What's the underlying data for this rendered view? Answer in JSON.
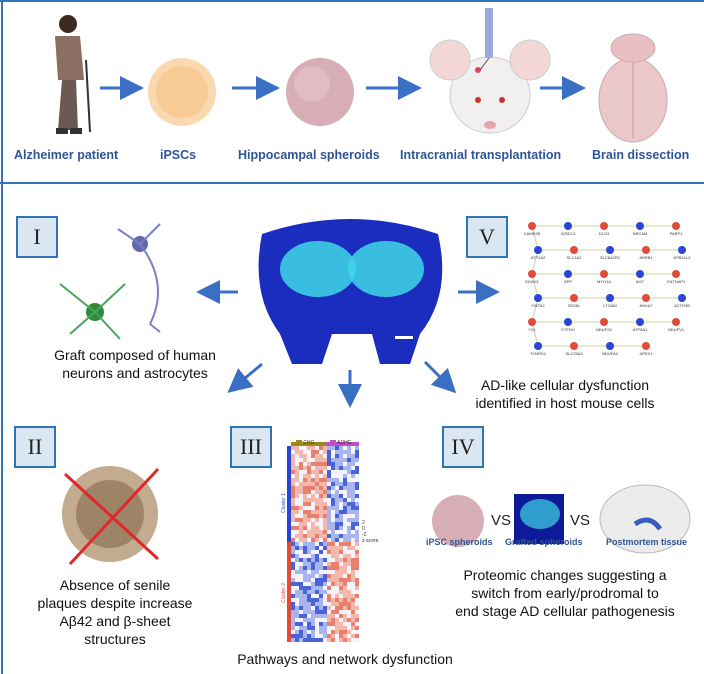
{
  "workflow": {
    "steps": [
      "Alzheimer patient",
      "iPSCs",
      "Hippocampal spheroids",
      "Intracranial transplantation",
      "Brain dissection"
    ]
  },
  "panels": {
    "I": {
      "numeral": "I",
      "caption": [
        "Graft composed of human",
        "neurons and astrocytes"
      ]
    },
    "II": {
      "numeral": "II",
      "caption": [
        "Absence of senile",
        "plaques despite increase",
        "Aβ42 and β-sheet",
        "structures"
      ]
    },
    "III": {
      "numeral": "III",
      "caption": "Pathways and network dysfunction",
      "heatmap": {
        "groups": [
          "CHG",
          "ADHG"
        ],
        "clusters": [
          "Cluster 1",
          "Cluster 2"
        ],
        "scale_label": "z-score",
        "scale_ticks": [
          "2",
          "0",
          "-2"
        ]
      }
    },
    "IV": {
      "numeral": "IV",
      "items": [
        "iPSC spheroids",
        "Grafted spheroids",
        "Postmortem tissue"
      ],
      "vs": "VS",
      "caption": [
        "Proteomic changes suggesting a",
        "switch from early/prodromal to",
        "end stage AD cellular pathogenesis"
      ]
    },
    "V": {
      "numeral": "V",
      "caption": [
        "AD-like cellular dysfunction",
        "identified in host mouse cells"
      ],
      "network_labels": [
        "CAMK2B",
        "IQSEC3",
        "DLG3",
        "NRCAM",
        "PARP1",
        "ATP1A2",
        "SLC1A2",
        "SLC6A2R1",
        "ARRB1",
        "EPB41L2",
        "DDAH1",
        "APP",
        "MYO1A",
        "AGT",
        "CNTNAP1",
        "CNTN2",
        "SEZ6L",
        "LTGAM",
        "ANXA7",
        "ACTR3B",
        "YCL",
        "ETFDH",
        "NDUFS2",
        "ATP5A1",
        "NDUFV1",
        "TXNRD1",
        "SLC25A3",
        "NDUFA4",
        "APEX1"
      ]
    }
  },
  "colors": {
    "accent": "#2f5597",
    "border": "#2e75b6",
    "up": "#e24a3b",
    "down": "#2b45d8"
  }
}
